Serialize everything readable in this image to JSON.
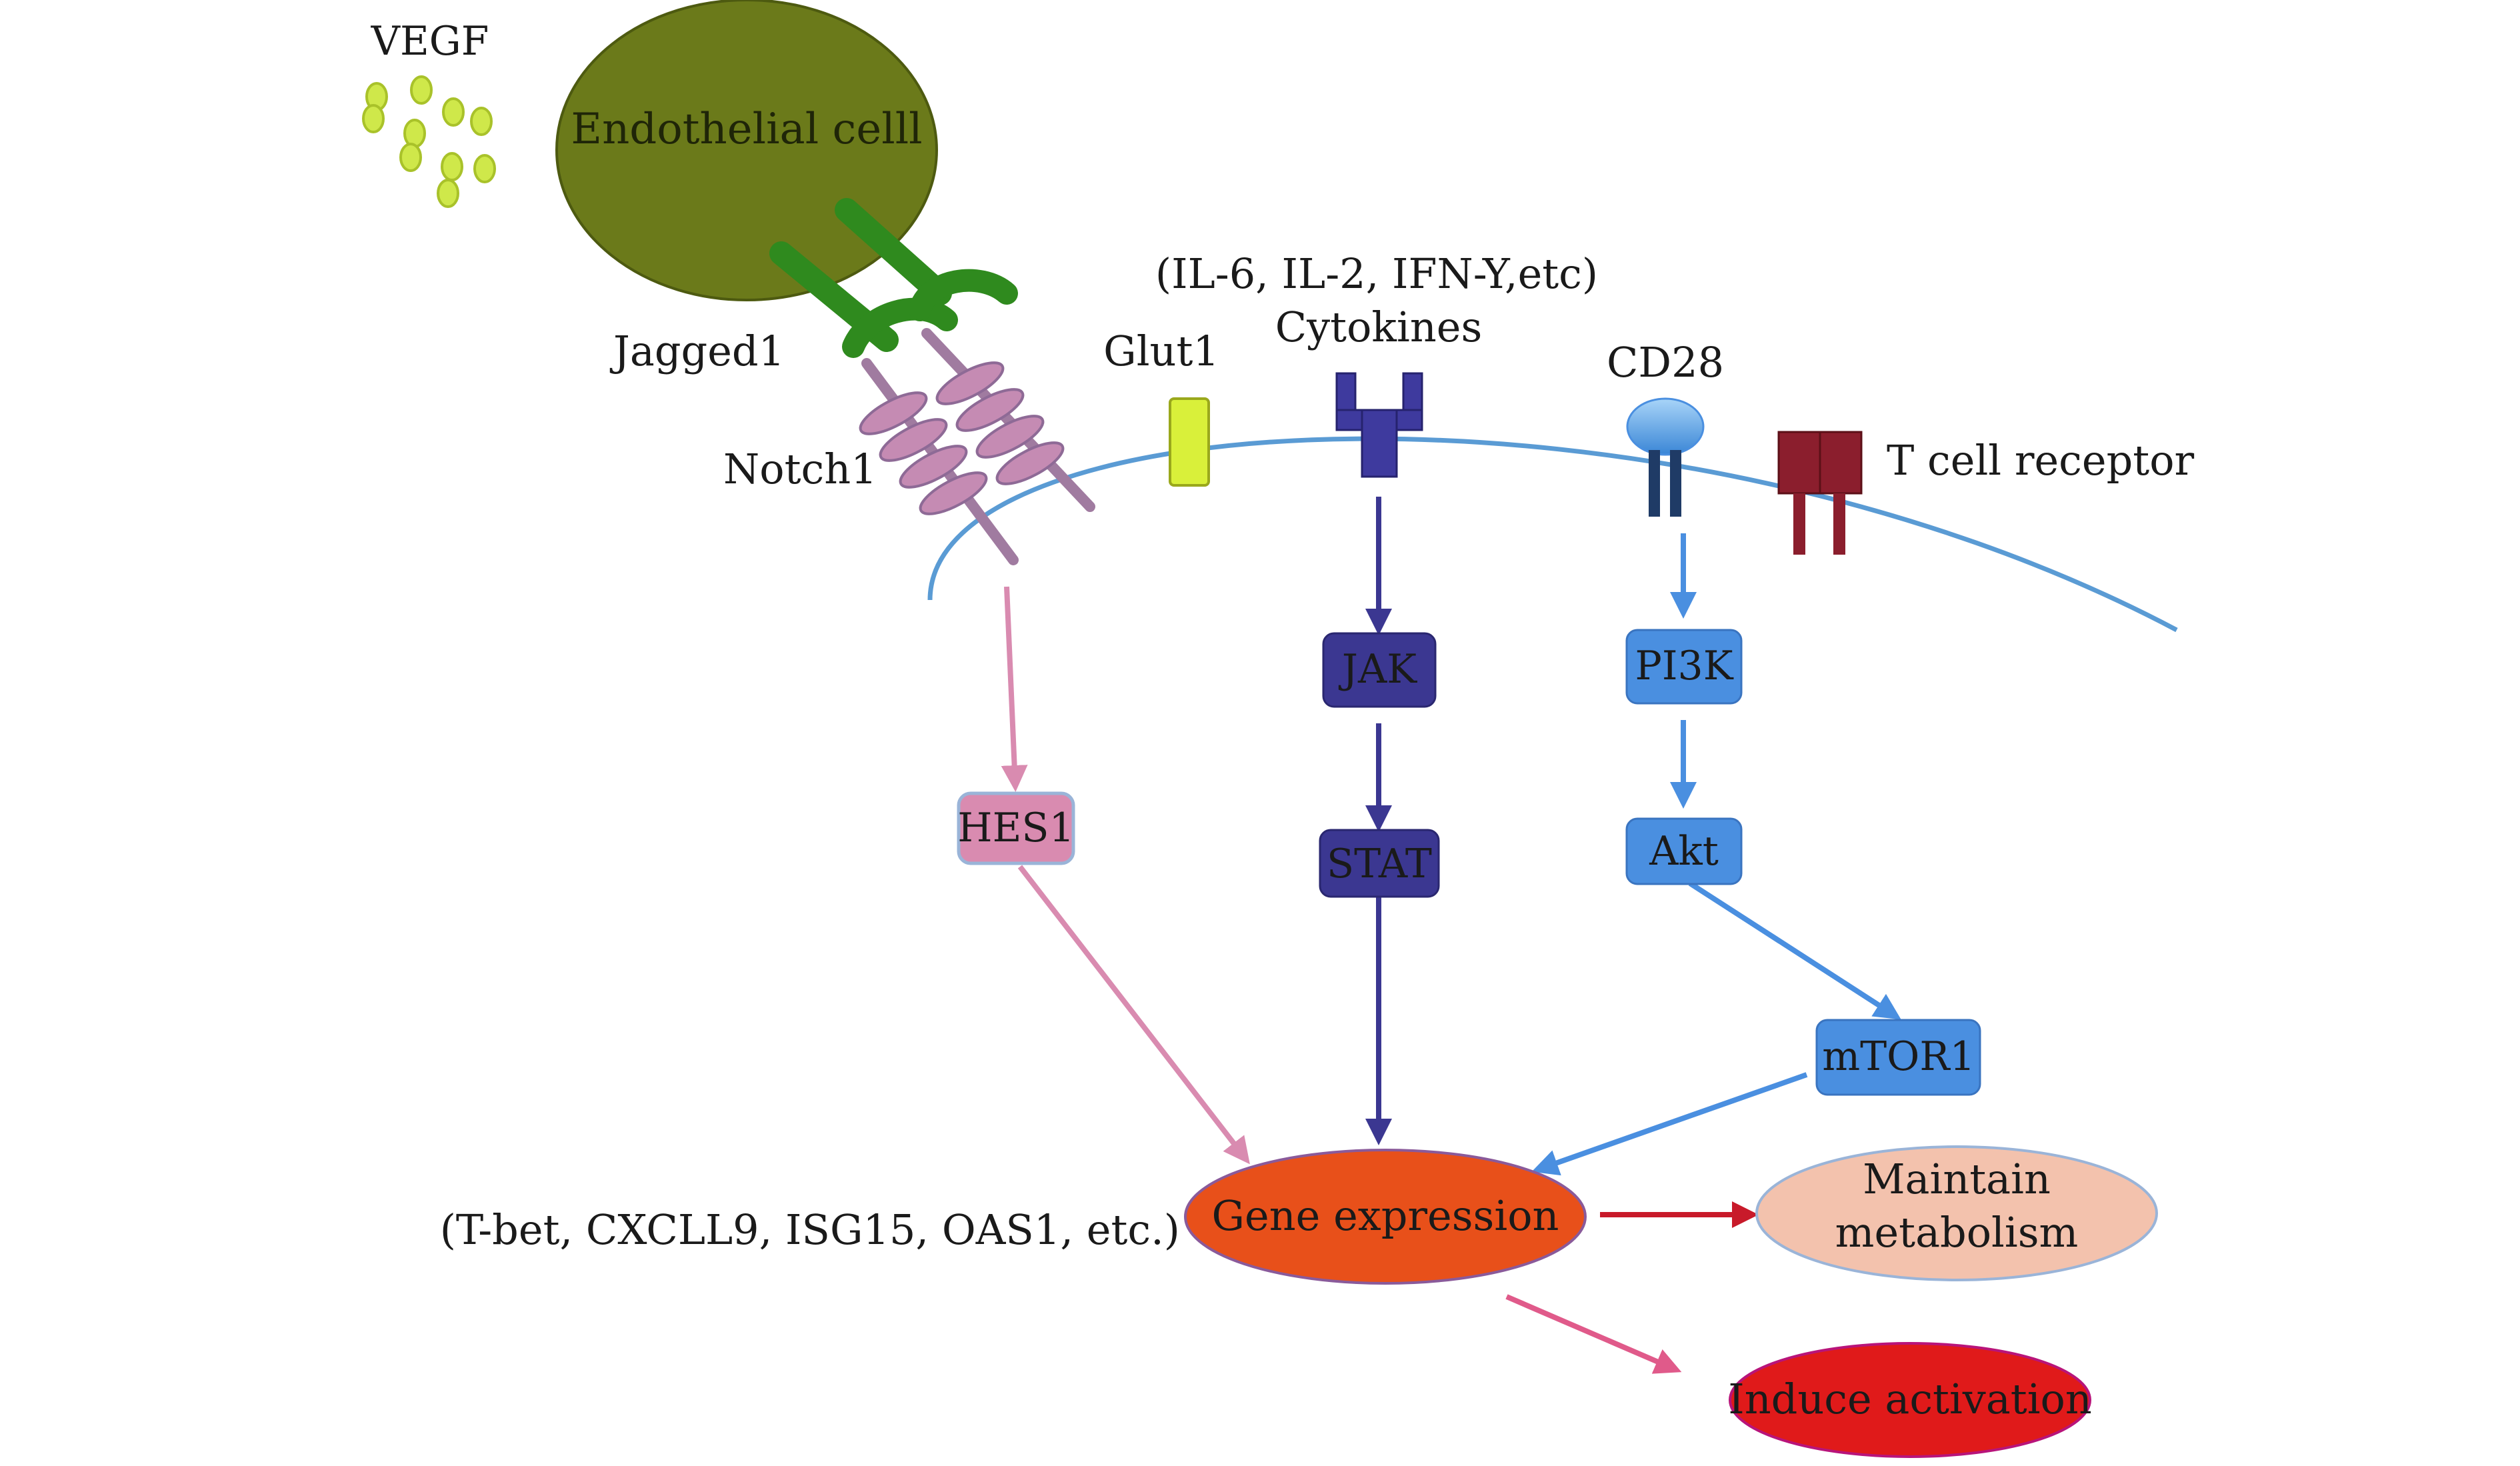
{
  "labels": {
    "vegf": "VEGF",
    "endothelial_cell": "Endothelial celll",
    "jagged1": "Jagged1",
    "notch1": "Notch1",
    "glut1": "Glut1",
    "cytokines_examples": "(IL-6, IL-2, IFN-Y,etc)",
    "cytokines": "Cytokines",
    "cd28": "CD28",
    "t_cell_receptor": "T cell receptor",
    "gene_examples": "(T-bet, CXCLL9, ISG15, OAS1, etc.)"
  },
  "nodes": {
    "hes1": "HES1",
    "jak": "JAK",
    "stat": "STAT",
    "pi3k": "PI3K",
    "akt": "Akt",
    "mtor1": "mTOR1",
    "gene_expression": "Gene expression",
    "maintain_line1": "Maintain",
    "maintain_line2": "metabolism",
    "induce_activation": "Induce activation"
  },
  "colors": {
    "membrane": "#5a9bd4",
    "endothelial": "#6b7a1a",
    "vegf": "#cfe84a",
    "jagged": "#2f8a1e",
    "notch": "#c58bb3",
    "glut1": "#d9f03a",
    "cytokine_receptor": "#3e3a9e",
    "jak_stat": "#3b3791",
    "pi3k_pathway": "#4a8fe0",
    "cd28": "#1f3b66",
    "tcr": "#8b1e2d",
    "hes1": "#d98bb0",
    "gene_expression": "#e8501a",
    "maintain": "#f3c2ad",
    "induce": "#e01a1a"
  }
}
